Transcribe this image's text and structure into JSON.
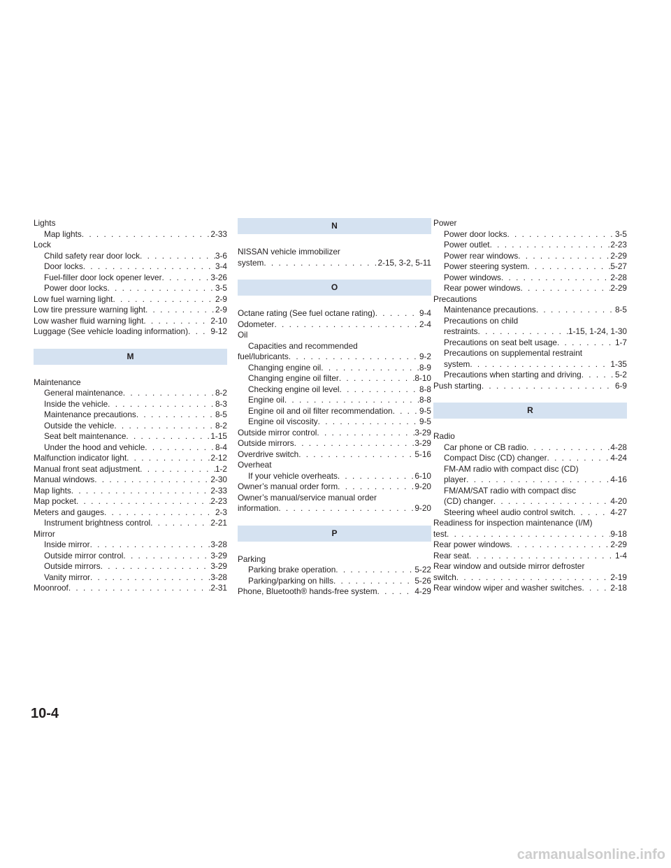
{
  "page_number": "10-4",
  "watermark": "carmanualsonline.info",
  "columns": [
    {
      "items": [
        {
          "kind": "entry",
          "i": 0,
          "t": "Lights"
        },
        {
          "kind": "entry",
          "i": 1,
          "t": "Map lights",
          "p": "2-33"
        },
        {
          "kind": "entry",
          "i": 0,
          "t": "Lock"
        },
        {
          "kind": "entry",
          "i": 1,
          "t": "Child safety rear door lock",
          "p": "3-6"
        },
        {
          "kind": "entry",
          "i": 1,
          "t": "Door locks",
          "p": "3-4"
        },
        {
          "kind": "entry",
          "i": 1,
          "t": "Fuel-filler door lock opener lever",
          "p": "3-26"
        },
        {
          "kind": "entry",
          "i": 1,
          "t": "Power door locks",
          "p": "3-5"
        },
        {
          "kind": "entry",
          "i": 0,
          "t": "Low fuel warning light",
          "p": "2-9"
        },
        {
          "kind": "entry",
          "i": 0,
          "t": "Low tire pressure warning light",
          "p": "2-9"
        },
        {
          "kind": "entry",
          "i": 0,
          "t": "Low washer fluid warning light",
          "p": "2-10"
        },
        {
          "kind": "entry",
          "i": 0,
          "t": "Luggage (See vehicle loading information)",
          "p": "9-12"
        },
        {
          "kind": "header",
          "t": "M"
        },
        {
          "kind": "entry",
          "i": 0,
          "t": "Maintenance"
        },
        {
          "kind": "entry",
          "i": 1,
          "t": "General maintenance",
          "p": "8-2"
        },
        {
          "kind": "entry",
          "i": 1,
          "t": "Inside the vehicle",
          "p": "8-3"
        },
        {
          "kind": "entry",
          "i": 1,
          "t": "Maintenance precautions",
          "p": "8-5"
        },
        {
          "kind": "entry",
          "i": 1,
          "t": "Outside the vehicle",
          "p": "8-2"
        },
        {
          "kind": "entry",
          "i": 1,
          "t": "Seat belt maintenance",
          "p": "1-15"
        },
        {
          "kind": "entry",
          "i": 1,
          "t": "Under the hood and vehicle",
          "p": "8-4"
        },
        {
          "kind": "entry",
          "i": 0,
          "t": "Malfunction indicator light",
          "p": "2-12"
        },
        {
          "kind": "entry",
          "i": 0,
          "t": "Manual front seat adjustment",
          "p": "1-2"
        },
        {
          "kind": "entry",
          "i": 0,
          "t": "Manual windows",
          "p": "2-30"
        },
        {
          "kind": "entry",
          "i": 0,
          "t": "Map lights",
          "p": "2-33"
        },
        {
          "kind": "entry",
          "i": 0,
          "t": "Map pocket",
          "p": "2-23"
        },
        {
          "kind": "entry",
          "i": 0,
          "t": "Meters and gauges",
          "p": "2-3"
        },
        {
          "kind": "entry",
          "i": 1,
          "t": "Instrument brightness control",
          "p": "2-21"
        },
        {
          "kind": "entry",
          "i": 0,
          "t": "Mirror"
        },
        {
          "kind": "entry",
          "i": 1,
          "t": "Inside mirror",
          "p": "3-28"
        },
        {
          "kind": "entry",
          "i": 1,
          "t": "Outside mirror control",
          "p": "3-29"
        },
        {
          "kind": "entry",
          "i": 1,
          "t": "Outside mirrors",
          "p": "3-29"
        },
        {
          "kind": "entry",
          "i": 1,
          "t": "Vanity mirror",
          "p": "3-28"
        },
        {
          "kind": "entry",
          "i": 0,
          "t": "Moonroof",
          "p": "2-31"
        }
      ]
    },
    {
      "items": [
        {
          "kind": "header",
          "t": "N"
        },
        {
          "kind": "entry",
          "i": 0,
          "t": "NISSAN vehicle immobilizer"
        },
        {
          "kind": "entry",
          "i": 0,
          "t": "system",
          "p": "2-15, 3-2, 5-11"
        },
        {
          "kind": "header",
          "t": "O"
        },
        {
          "kind": "entry",
          "i": 0,
          "t": "Octane rating (See fuel octane rating)",
          "p": "9-4"
        },
        {
          "kind": "entry",
          "i": 0,
          "t": "Odometer",
          "p": "2-4"
        },
        {
          "kind": "entry",
          "i": 0,
          "t": "Oil"
        },
        {
          "kind": "entry",
          "i": 1,
          "t": "Capacities and recommended"
        },
        {
          "kind": "entry",
          "i": 0,
          "t": "fuel/lubricants",
          "p": "9-2"
        },
        {
          "kind": "entry",
          "i": 1,
          "t": "Changing engine oil",
          "p": "8-9"
        },
        {
          "kind": "entry",
          "i": 1,
          "t": "Changing engine oil filter",
          "p": "8-10"
        },
        {
          "kind": "entry",
          "i": 1,
          "t": "Checking engine oil level",
          "p": "8-8"
        },
        {
          "kind": "entry",
          "i": 1,
          "t": "Engine oil",
          "p": "8-8"
        },
        {
          "kind": "entry",
          "i": 1,
          "t": "Engine oil and oil filter recommendation",
          "p": "9-5"
        },
        {
          "kind": "entry",
          "i": 1,
          "t": "Engine oil viscosity",
          "p": "9-5"
        },
        {
          "kind": "entry",
          "i": 0,
          "t": "Outside mirror control",
          "p": "3-29"
        },
        {
          "kind": "entry",
          "i": 0,
          "t": "Outside mirrors",
          "p": "3-29"
        },
        {
          "kind": "entry",
          "i": 0,
          "t": "Overdrive switch",
          "p": "5-16"
        },
        {
          "kind": "entry",
          "i": 0,
          "t": "Overheat"
        },
        {
          "kind": "entry",
          "i": 1,
          "t": "If your vehicle overheats",
          "p": "6-10"
        },
        {
          "kind": "entry",
          "i": 0,
          "t": "Owner’s manual order form",
          "p": "9-20"
        },
        {
          "kind": "entry",
          "i": 0,
          "t": "Owner’s manual/service manual order"
        },
        {
          "kind": "entry",
          "i": 0,
          "t": "information",
          "p": "9-20"
        },
        {
          "kind": "header",
          "t": "P"
        },
        {
          "kind": "entry",
          "i": 0,
          "t": "Parking"
        },
        {
          "kind": "entry",
          "i": 1,
          "t": "Parking brake operation",
          "p": "5-22"
        },
        {
          "kind": "entry",
          "i": 1,
          "t": "Parking/parking on hills",
          "p": "5-26"
        },
        {
          "kind": "entry",
          "i": 0,
          "t": "Phone, Bluetooth® hands-free system",
          "p": "4-29"
        }
      ]
    },
    {
      "items": [
        {
          "kind": "entry",
          "i": 0,
          "t": "Power"
        },
        {
          "kind": "entry",
          "i": 1,
          "t": "Power door locks",
          "p": "3-5"
        },
        {
          "kind": "entry",
          "i": 1,
          "t": "Power outlet",
          "p": "2-23"
        },
        {
          "kind": "entry",
          "i": 1,
          "t": "Power rear windows",
          "p": "2-29"
        },
        {
          "kind": "entry",
          "i": 1,
          "t": "Power steering system",
          "p": "5-27"
        },
        {
          "kind": "entry",
          "i": 1,
          "t": "Power windows",
          "p": "2-28"
        },
        {
          "kind": "entry",
          "i": 1,
          "t": "Rear power windows",
          "p": "2-29"
        },
        {
          "kind": "entry",
          "i": 0,
          "t": "Precautions"
        },
        {
          "kind": "entry",
          "i": 1,
          "t": "Maintenance precautions",
          "p": "8-5"
        },
        {
          "kind": "entry",
          "i": 1,
          "t": "Precautions on child"
        },
        {
          "kind": "entry",
          "i": 1,
          "t": "restraints",
          "p": "1-15, 1-24, 1-30"
        },
        {
          "kind": "entry",
          "i": 1,
          "t": "Precautions on seat belt usage",
          "p": "1-7"
        },
        {
          "kind": "entry",
          "i": 1,
          "t": "Precautions on supplemental restraint"
        },
        {
          "kind": "entry",
          "i": 1,
          "t": "system",
          "p": "1-35"
        },
        {
          "kind": "entry",
          "i": 1,
          "t": "Precautions when starting and driving",
          "p": "5-2"
        },
        {
          "kind": "entry",
          "i": 0,
          "t": "Push starting",
          "p": "6-9"
        },
        {
          "kind": "header",
          "t": "R"
        },
        {
          "kind": "entry",
          "i": 0,
          "t": "Radio"
        },
        {
          "kind": "entry",
          "i": 1,
          "t": "Car phone or CB radio",
          "p": "4-28"
        },
        {
          "kind": "entry",
          "i": 1,
          "t": "Compact Disc (CD) changer",
          "p": "4-24"
        },
        {
          "kind": "entry",
          "i": 1,
          "t": "FM-AM radio with compact disc (CD)"
        },
        {
          "kind": "entry",
          "i": 1,
          "t": "player",
          "p": "4-16"
        },
        {
          "kind": "entry",
          "i": 1,
          "t": "FM/AM/SAT radio with compact disc"
        },
        {
          "kind": "entry",
          "i": 1,
          "t": "(CD) changer",
          "p": "4-20"
        },
        {
          "kind": "entry",
          "i": 1,
          "t": "Steering wheel audio control switch",
          "p": "4-27"
        },
        {
          "kind": "entry",
          "i": 0,
          "t": "Readiness for inspection maintenance (I/M)"
        },
        {
          "kind": "entry",
          "i": 0,
          "t": "test",
          "p": "9-18"
        },
        {
          "kind": "entry",
          "i": 0,
          "t": "Rear power windows",
          "p": "2-29"
        },
        {
          "kind": "entry",
          "i": 0,
          "t": "Rear seat",
          "p": "1-4"
        },
        {
          "kind": "entry",
          "i": 0,
          "t": "Rear window and outside mirror defroster"
        },
        {
          "kind": "entry",
          "i": 0,
          "t": "switch",
          "p": "2-19"
        },
        {
          "kind": "entry",
          "i": 0,
          "t": "Rear window wiper and washer switches",
          "p": "2-18"
        }
      ]
    }
  ]
}
